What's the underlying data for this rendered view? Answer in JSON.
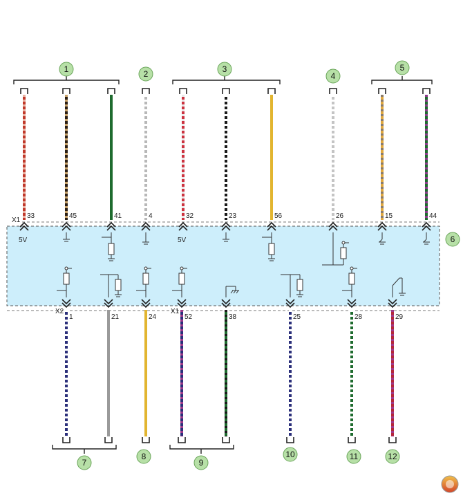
{
  "colors": {
    "module_fill": "#cdeefb",
    "callout_fill": "#b7e0a7",
    "callout_stroke": "#6aa55a",
    "ink": "#333333"
  },
  "connectors": {
    "top": "X1",
    "bottom_left": "X2",
    "bottom_mid": "X1"
  },
  "callouts": [
    "1",
    "2",
    "3",
    "4",
    "5",
    "6",
    "7",
    "8",
    "9",
    "10",
    "11",
    "12"
  ],
  "top_wires": [
    {
      "pin": "33",
      "base": "#c0392b",
      "stripe": "#e8b0a0",
      "supply": "5V"
    },
    {
      "pin": "45",
      "base": "#2a1e14",
      "stripe": "#c8a26a",
      "supply": ""
    },
    {
      "pin": "41",
      "base": "#1e6b2e",
      "stripe": "#1e6b2e",
      "supply": ""
    },
    {
      "pin": "4",
      "base": "#b8b8b8",
      "stripe": "#ffffff",
      "supply": ""
    },
    {
      "pin": "32",
      "base": "#cc3340",
      "stripe": "#e8e8e8",
      "supply": "5V"
    },
    {
      "pin": "23",
      "base": "#1a1a1a",
      "stripe": "#ffffff",
      "supply": ""
    },
    {
      "pin": "56",
      "base": "#e2b530",
      "stripe": "#e2b530",
      "supply": ""
    },
    {
      "pin": "26",
      "base": "#c4c4c4",
      "stripe": "#ffffff",
      "supply": ""
    },
    {
      "pin": "15",
      "base": "#e0a840",
      "stripe": "#8a7b6a",
      "supply": ""
    },
    {
      "pin": "44",
      "base": "#1e6b2e",
      "stripe": "#8a3a8a",
      "supply": ""
    }
  ],
  "bottom_wires": [
    {
      "pin": "1",
      "base": "#2b2f7a",
      "stripe": "#ffffff"
    },
    {
      "pin": "21",
      "base": "#9a9a9a",
      "stripe": "#9a9a9a"
    },
    {
      "pin": "24",
      "base": "#e2b530",
      "stripe": "#e2b530"
    },
    {
      "pin": "52",
      "base": "#2b2f7a",
      "stripe": "#a03a8a"
    },
    {
      "pin": "38",
      "base": "#1e6b2e",
      "stripe": "#1a1a1a"
    },
    {
      "pin": "25",
      "base": "#2b2f7a",
      "stripe": "#ffffff"
    },
    {
      "pin": "28",
      "base": "#1e6b2e",
      "stripe": "#ffffff"
    },
    {
      "pin": "29",
      "base": "#b5283a",
      "stripe": "#a03a8a"
    }
  ]
}
